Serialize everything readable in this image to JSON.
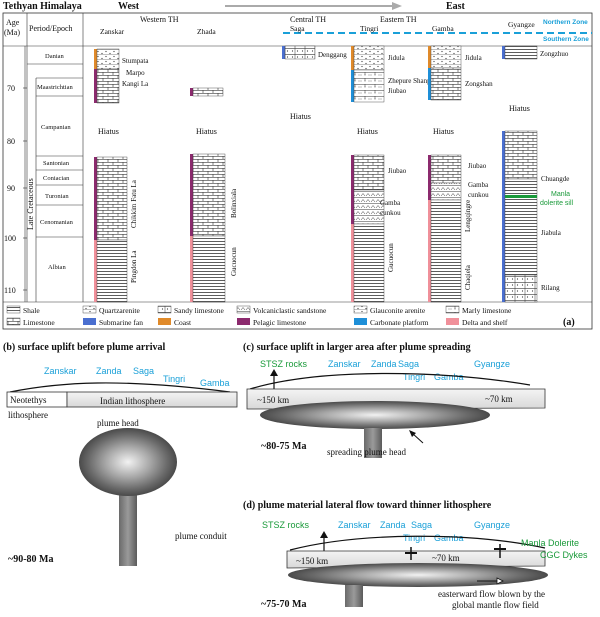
{
  "part_a": {
    "header": {
      "title": "Tethyan Himalaya",
      "west": "West",
      "east": "East",
      "age_label_1": "Age",
      "age_label_2": "(Ma)",
      "period_epoch": "Period/Epoch",
      "western_th": "Western TH",
      "central_th": "Central TH",
      "eastern_th": "Eastern TH",
      "northern_zone": "Northern Zone",
      "southern_zone": "Southern Zone"
    },
    "localities": [
      "Zanskar",
      "Zhada",
      "Saga",
      "Tingri",
      "Gamba",
      "Gyangze"
    ],
    "period": "Late Cretaceous",
    "stages": [
      "Danian",
      "Maastrichtian",
      "Campanian",
      "Santonian",
      "Coniacian",
      "Turonian",
      "Cenomanian",
      "Albian"
    ],
    "age_ticks": [
      70,
      80,
      90,
      100,
      110
    ],
    "hiatus": "Hiatus",
    "formations": {
      "zanskar": [
        "Stumpata",
        "Marpo",
        "Kangi La",
        "Chikkim Fatu La",
        "Pingdon La"
      ],
      "zhada": [
        "Bolinxiala",
        "Gucuocun"
      ],
      "saga": [
        "Denggang"
      ],
      "tingri": [
        "Jidula",
        "Zhepure Shanpo",
        "Jiubao",
        "Gamba cunkou",
        "Gucuocun"
      ],
      "gamba": [
        "Jidula",
        "Zongshan",
        "Jiubao",
        "Gamba cunkou",
        "Lengqingre",
        "Chaqiela"
      ],
      "gyangze": [
        "Zongzhuo",
        "Chuangde",
        "Jiabula",
        "Rilang"
      ]
    },
    "sill_label_1": "Manla",
    "sill_label_2": "dolerite sill",
    "legend": [
      "Shale",
      "Quartzarenite",
      "Sandy limestone",
      "Volcaniclastic sandstone",
      "Glauconite arenite",
      "Marly limestone",
      "Limestone",
      "Submarine fan",
      "Coast",
      "Pelagic limestone",
      "Carbonate platform",
      "Delta and shelf"
    ],
    "panel_label": "(a)",
    "colors": {
      "submarine_fan": "#4a6fd0",
      "coast": "#e08a2a",
      "pelagic": "#8c2a6e",
      "carbonate": "#1e8fd8",
      "delta": "#f0909a",
      "zone_line": "#1aa0d8",
      "sill": "#1a9a3a"
    }
  },
  "part_b": {
    "title": "(b) surface uplift before plume arrival",
    "places": [
      "Zanskar",
      "Zanda",
      "Saga",
      "Tingri",
      "Gamba"
    ],
    "neotethys_1": "Neotethys",
    "neotethys_2": "lithosphere",
    "indian": "Indian lithosphere",
    "plume_head": "plume head",
    "plume_conduit": "plume conduit",
    "age": "~90-80 Ma"
  },
  "part_c": {
    "title": "(c)  surface uplift in larger area after plume spreading",
    "stsz": "STSZ rocks",
    "places_top": [
      "Zanskar",
      "Zanda",
      "Saga",
      "Gyangze"
    ],
    "places_bottom": [
      "Tingri",
      "Gamba"
    ],
    "km_150": "~150 km",
    "km_70": "~70 km",
    "spreading": "spreading plume head",
    "age": "~80-75 Ma"
  },
  "part_d": {
    "title": "(d) plume material lateral flow toward thinner lithosphere",
    "stsz": "STSZ rocks",
    "places_top": [
      "Zanskar",
      "Zanda",
      "Saga",
      "Gyangze"
    ],
    "places_bottom": [
      "Tingri",
      "Gamba"
    ],
    "km_150": "~150 km",
    "km_70": "~70 km",
    "manla": "Manla Dolerite",
    "cgc": "CGC Dykes",
    "flow_1": "easterward flow blown by the",
    "flow_2": "global mantle flow field",
    "age": "~75-70 Ma"
  }
}
